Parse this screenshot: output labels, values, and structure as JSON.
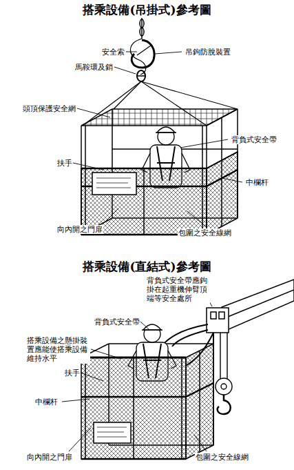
{
  "diagram": {
    "title": "搭乘設備(吊掛式)參考圖",
    "labels": [
      "安全索",
      "吊鉤防脫裝置",
      "馬鞍環及銷",
      "頭頂保護安全網",
      "背負式安全帶",
      "扶手",
      "中欄杆",
      "向內開之門扉",
      "包圍之安全線網",
      "搭乘設備(直結式)參考圖",
      "背負式安全帶應鉤掛在起重機伸臂頂端等安全處所",
      "背負式安全帶",
      "搭乘設備之懸掛裝置應能使搭乘設備維持水平",
      "扶手",
      "中欄杆",
      "向內開之門扉",
      "包圍之安全線網"
    ]
  }
}
